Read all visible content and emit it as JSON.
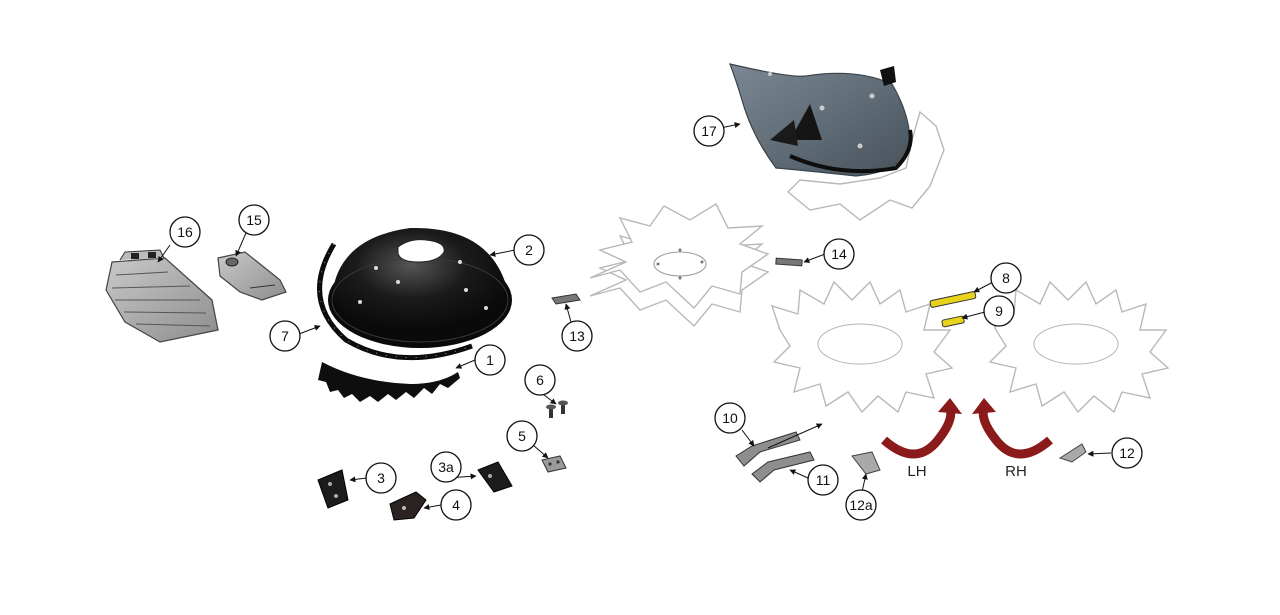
{
  "callouts": {
    "c1": "1",
    "c2": "2",
    "c3": "3",
    "c3a": "3a",
    "c4": "4",
    "c5": "5",
    "c6": "6",
    "c7": "7",
    "c8": "8",
    "c9": "9",
    "c10": "10",
    "c11": "11",
    "c12": "12",
    "c12a": "12a",
    "c13": "13",
    "c14": "14",
    "c15": "15",
    "c16": "16",
    "c17": "17"
  },
  "rotation_labels": {
    "left": "LH",
    "right": "RH"
  },
  "colors": {
    "arrow_red": "#8b1a1a",
    "pin_yellow": "#e8d21a",
    "plate_gray": "#5f6b74",
    "part_black": "#141414"
  }
}
